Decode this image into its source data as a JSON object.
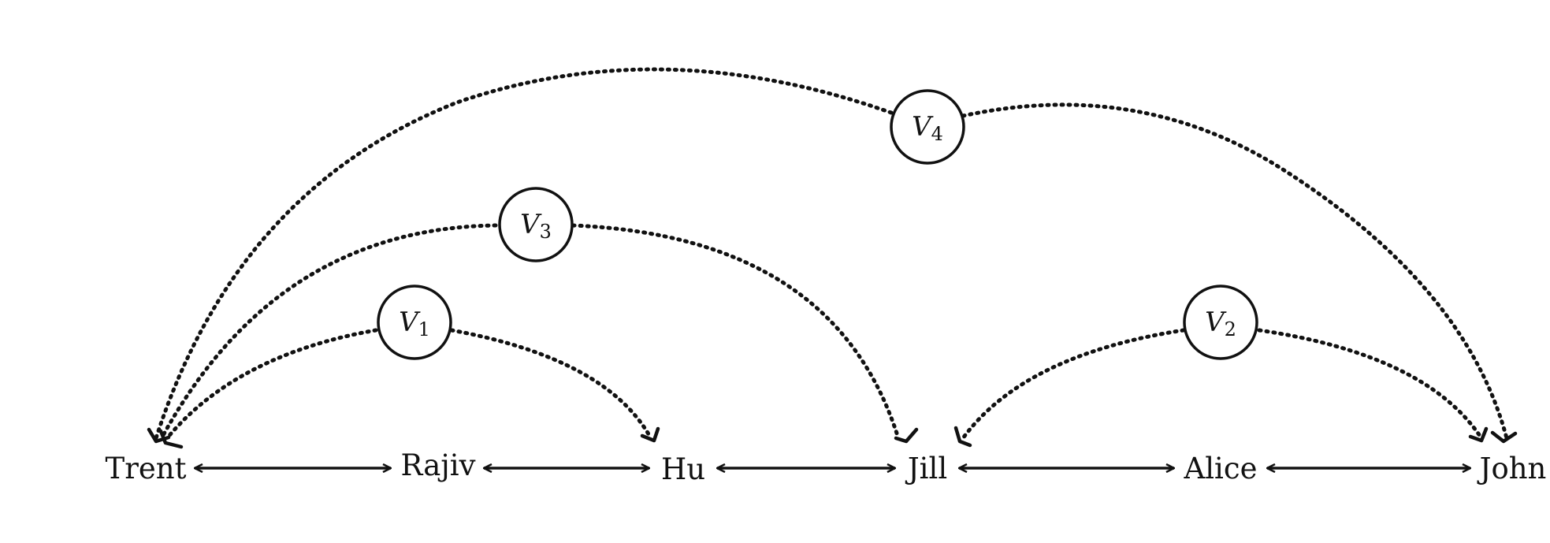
{
  "people": [
    {
      "id": "trent",
      "label": "Trent"
    },
    {
      "id": "rajiv",
      "label": "Rajiv"
    },
    {
      "id": "hu",
      "label": "Hu"
    },
    {
      "id": "jill",
      "label": "Jill"
    },
    {
      "id": "alice",
      "label": "Alice"
    },
    {
      "id": "john",
      "label": "John"
    }
  ],
  "variables": [
    {
      "id": "v1",
      "letter": "V",
      "index": "1",
      "connects": [
        "Trent",
        "Hu"
      ]
    },
    {
      "id": "v2",
      "letter": "V",
      "index": "2",
      "connects": [
        "Jill",
        "John"
      ]
    },
    {
      "id": "v3",
      "letter": "V",
      "index": "3",
      "connects": [
        "Trent",
        "Jill"
      ]
    },
    {
      "id": "v4",
      "letter": "V",
      "index": "4",
      "connects": [
        "Trent",
        "John"
      ]
    }
  ],
  "links": [
    [
      "Trent",
      "Rajiv"
    ],
    [
      "Rajiv",
      "Hu"
    ],
    [
      "Hu",
      "Jill"
    ],
    [
      "Jill",
      "Alice"
    ],
    [
      "Alice",
      "John"
    ]
  ]
}
